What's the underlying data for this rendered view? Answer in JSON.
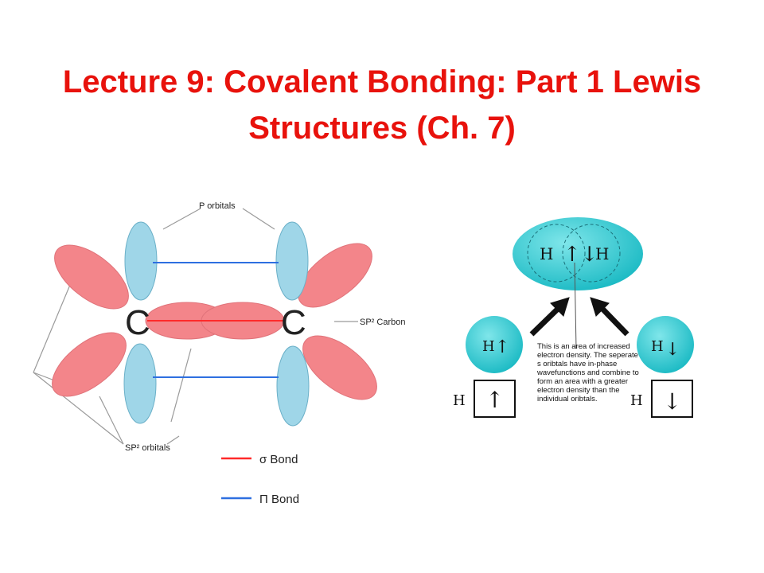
{
  "slide": {
    "title_line1": "Lecture 9:  Covalent Bonding:  Part 1 Lewis",
    "title_line2": "Structures  (Ch. 7)"
  },
  "colors": {
    "title": "#e8120c",
    "sp2_lobe": "#f3858a",
    "p_lobe": "#9fd6e8",
    "sigma_bond": "#ff2a2a",
    "pi_bond": "#2e6fe0",
    "s_orbital": "#2ec8d0"
  },
  "left_diagram": {
    "p_orbitals_label": "P orbitals",
    "sp2_carbon_label": "SP² Carbon",
    "sp2_orbitals_label": "SP² orbitals",
    "atom_left": "C",
    "atom_right": "C",
    "legend": [
      {
        "label": "σ Bond",
        "color": "#ff2a2a"
      },
      {
        "label": "Π Bond",
        "color": "#2e6fe0"
      }
    ]
  },
  "right_diagram": {
    "top_atom_left": "H",
    "top_arrows": "↑↓",
    "top_atom_right": "H",
    "left_sphere_atom": "H",
    "left_sphere_arrow": "↑",
    "right_sphere_atom": "H",
    "right_sphere_arrow": "↓",
    "left_box_atom": "H",
    "left_box_arrow": "↑",
    "right_box_atom": "H",
    "right_box_arrow": "↓",
    "note_lines": [
      "This is an area of increased",
      "electron density.  The seperate",
      "s oribtals have in-phase",
      "wavefunctions and combine to",
      "form an area with a greater",
      "electron density than the",
      "individual oribtals."
    ]
  }
}
